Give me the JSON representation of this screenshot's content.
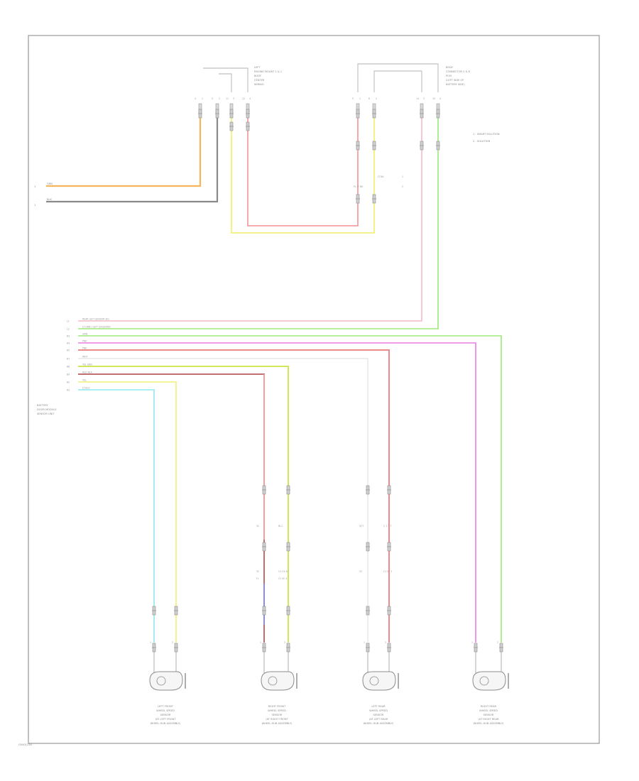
{
  "footer_code": "G0001234",
  "top_left_connector": {
    "label": [
      "LEFT",
      "ENGINE MOUNT 1 & 1",
      "BODY",
      "CENTER",
      "WIRING"
    ],
    "pins": [
      "1",
      "2",
      "3",
      "4"
    ],
    "pin_tags": [
      "4",
      "5",
      "11",
      "12"
    ]
  },
  "top_right_connector": {
    "label": [
      "BODY",
      "CONNECTOR 2 & 6",
      "PCM",
      "(LEFT SIDE OF",
      "BATTERY SIDE)"
    ],
    "pins": [
      "1",
      "2",
      "3",
      "4"
    ],
    "pin_tags": [
      "5",
      "6",
      "14",
      "15"
    ]
  },
  "legend": [
    "1 - SMART SOLUTION",
    "2 - SOLUTION"
  ],
  "splice_tag": [
    "LT BK",
    "PL LT BK"
  ],
  "left_inputs": [
    "GRN",
    "BLK"
  ],
  "module": {
    "label": [
      "BATTERY",
      "DOOR MODULE",
      "SENSOR UNIT"
    ],
    "pins": [
      {
        "num": "L1",
        "name": "REAR LEFT SENSOR SIG"
      },
      {
        "num": "L2",
        "name": "LT GRN / LEFT SOLENOID"
      },
      {
        "num": "B3",
        "name": "GRN"
      },
      {
        "num": "B4",
        "name": "PNK"
      },
      {
        "num": "B5",
        "name": "PNK"
      },
      {
        "num": "B7",
        "name": "WHT"
      },
      {
        "num": "B8",
        "name": "YEL GRN"
      },
      {
        "num": "B9",
        "name": "RED BLK"
      },
      {
        "num": "B2",
        "name": "YEL"
      },
      {
        "num": "B3",
        "name": "LT BLU"
      }
    ]
  },
  "mid_tags": {
    "lf": [
      "5C",
      "RL1"
    ],
    "rf": [
      "5C",
      "C1 C4 4C",
      "FL",
      "C1 4C 4"
    ],
    "rr": [
      "5CT",
      "C 1 T T",
      "5C",
      "C1 5C 1"
    ]
  },
  "sensors": [
    {
      "label": [
        "LEFT FRONT",
        "WHEEL SPEED",
        "SENSOR",
        "(AT LEFT FRONT",
        "WHEEL HUB ASSEMBLY)"
      ],
      "pins": [
        "1",
        "2"
      ]
    },
    {
      "label": [
        "RIGHT FRONT",
        "WHEEL SPEED",
        "SENSOR",
        "(AT RIGHT FRONT",
        "WHEEL HUB ASSEMBLY)"
      ],
      "pins": [
        "1",
        "2"
      ]
    },
    {
      "label": [
        "LEFT REAR",
        "WHEEL SPEED",
        "SENSOR",
        "(AT LEFT REAR",
        "WHEEL HUB ASSEMBLY)"
      ],
      "pins": [
        "1",
        "2"
      ]
    },
    {
      "label": [
        "RIGHT REAR",
        "WHEEL SPEED",
        "SENSOR",
        "(AT RIGHT REAR",
        "WHEEL HUB ASSEMBLY)"
      ],
      "pins": [
        "1",
        "2"
      ]
    }
  ],
  "colors": {
    "orange": "#f5b65a",
    "gray": "#8a8a8a",
    "red": "#ee8a8a",
    "pink": "#f6b9c6",
    "yellow": "#f2f07a",
    "green": "#9fe878",
    "magenta": "#e87ee0",
    "cyan": "#8ee8f2",
    "violet": "#8c8cf0",
    "brown": "#b07a7a",
    "darkred": "#d65a5a"
  }
}
